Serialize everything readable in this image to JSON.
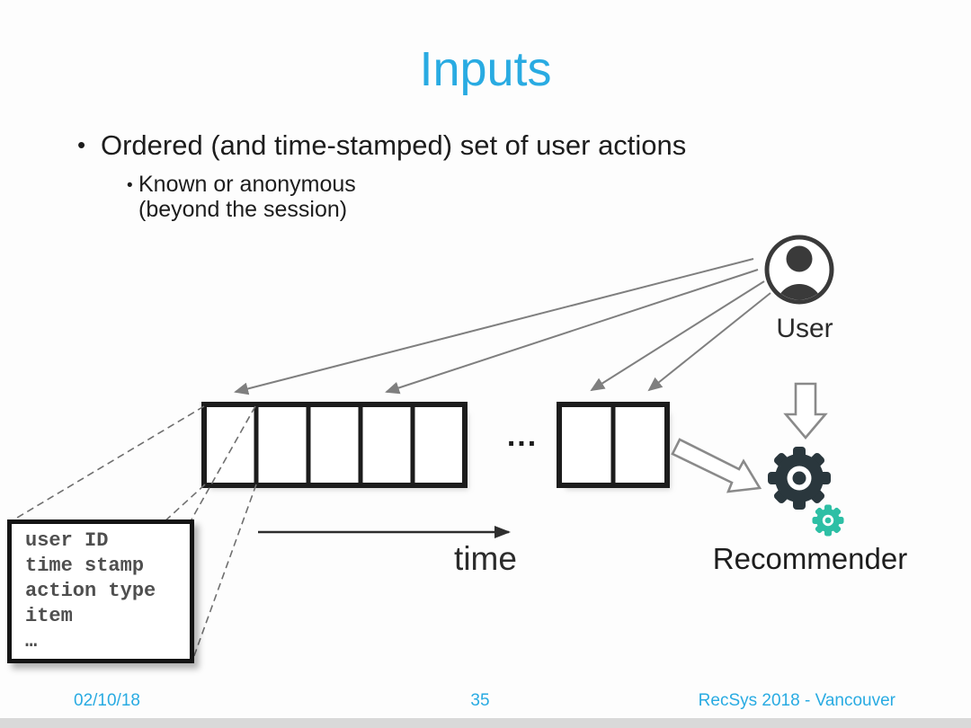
{
  "title": "Inputs",
  "bullets": {
    "glyph": "•",
    "main": "Ordered (and time-stamped) set of user actions",
    "sub_line1": "Known or anonymous",
    "sub_line2": "(beyond the session)"
  },
  "diagram": {
    "user_label": "User",
    "recommender_label": "Recommender",
    "time_label": "time",
    "ellipsis": "...",
    "detail_box": {
      "lines": [
        "user ID",
        "time stamp",
        "action type",
        "item",
        "…"
      ]
    },
    "icons": {
      "user_icon": "person-in-circle",
      "recommender_icon": "gear-dark",
      "recommender_small_icon": "gear-teal",
      "flow_icons": "hollow-block-arrows"
    }
  },
  "footer": {
    "date": "02/10/18",
    "page": "35",
    "conference": "RecSys 2018 - Vancouver"
  },
  "colors": {
    "accent": "#29ABE2",
    "text": "#1d1d1d",
    "gear_dark": "#2A373D",
    "gear_teal": "#2EBFA5",
    "box_border": "#1c1c1c",
    "arrow_gray": "#7f7f7f",
    "detail_text": "#4f4f4f"
  }
}
